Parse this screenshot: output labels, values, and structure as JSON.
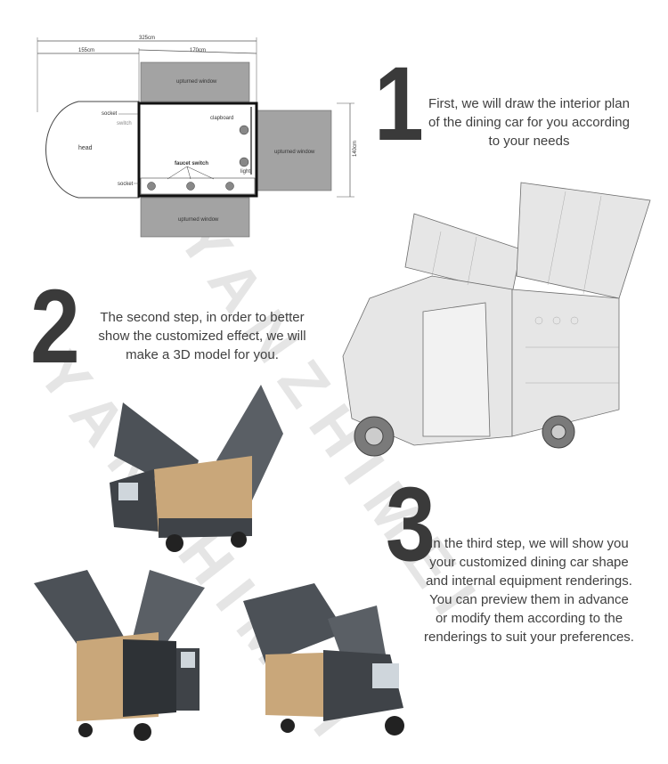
{
  "plan": {
    "dim_total": "325cm",
    "dim_head": "155cm",
    "dim_body": "170cm",
    "dim_height": "140cm",
    "head": "head",
    "upturned_window_top": "upturned window",
    "upturned_window_right": "upturned window",
    "upturned_window_bottom": "upturned window",
    "socket_top": "socket",
    "switch": "switch",
    "clapboard": "clapboard",
    "faucet_switch": "faucet switch",
    "light": "light",
    "socket_bottom": "socket"
  },
  "steps": [
    {
      "number": "1",
      "text": "First, we will draw the interior plan of the dining car for you according to your needs"
    },
    {
      "number": "2",
      "text": "The second step, in order to better show the customized effect, we will make a 3D model for you."
    },
    {
      "number": "3",
      "text": "In the third step, we will show you your customized dining car shape and internal equipment renderings. You can preview them in advance or modify them according to the renderings to suit your preferences."
    }
  ],
  "watermark": {
    "text": "YANZHIMEI"
  },
  "colors": {
    "number": "#3a3a3a",
    "panel": "#555a60",
    "wood": "#c9a77a",
    "window": "#a3a3a3"
  }
}
